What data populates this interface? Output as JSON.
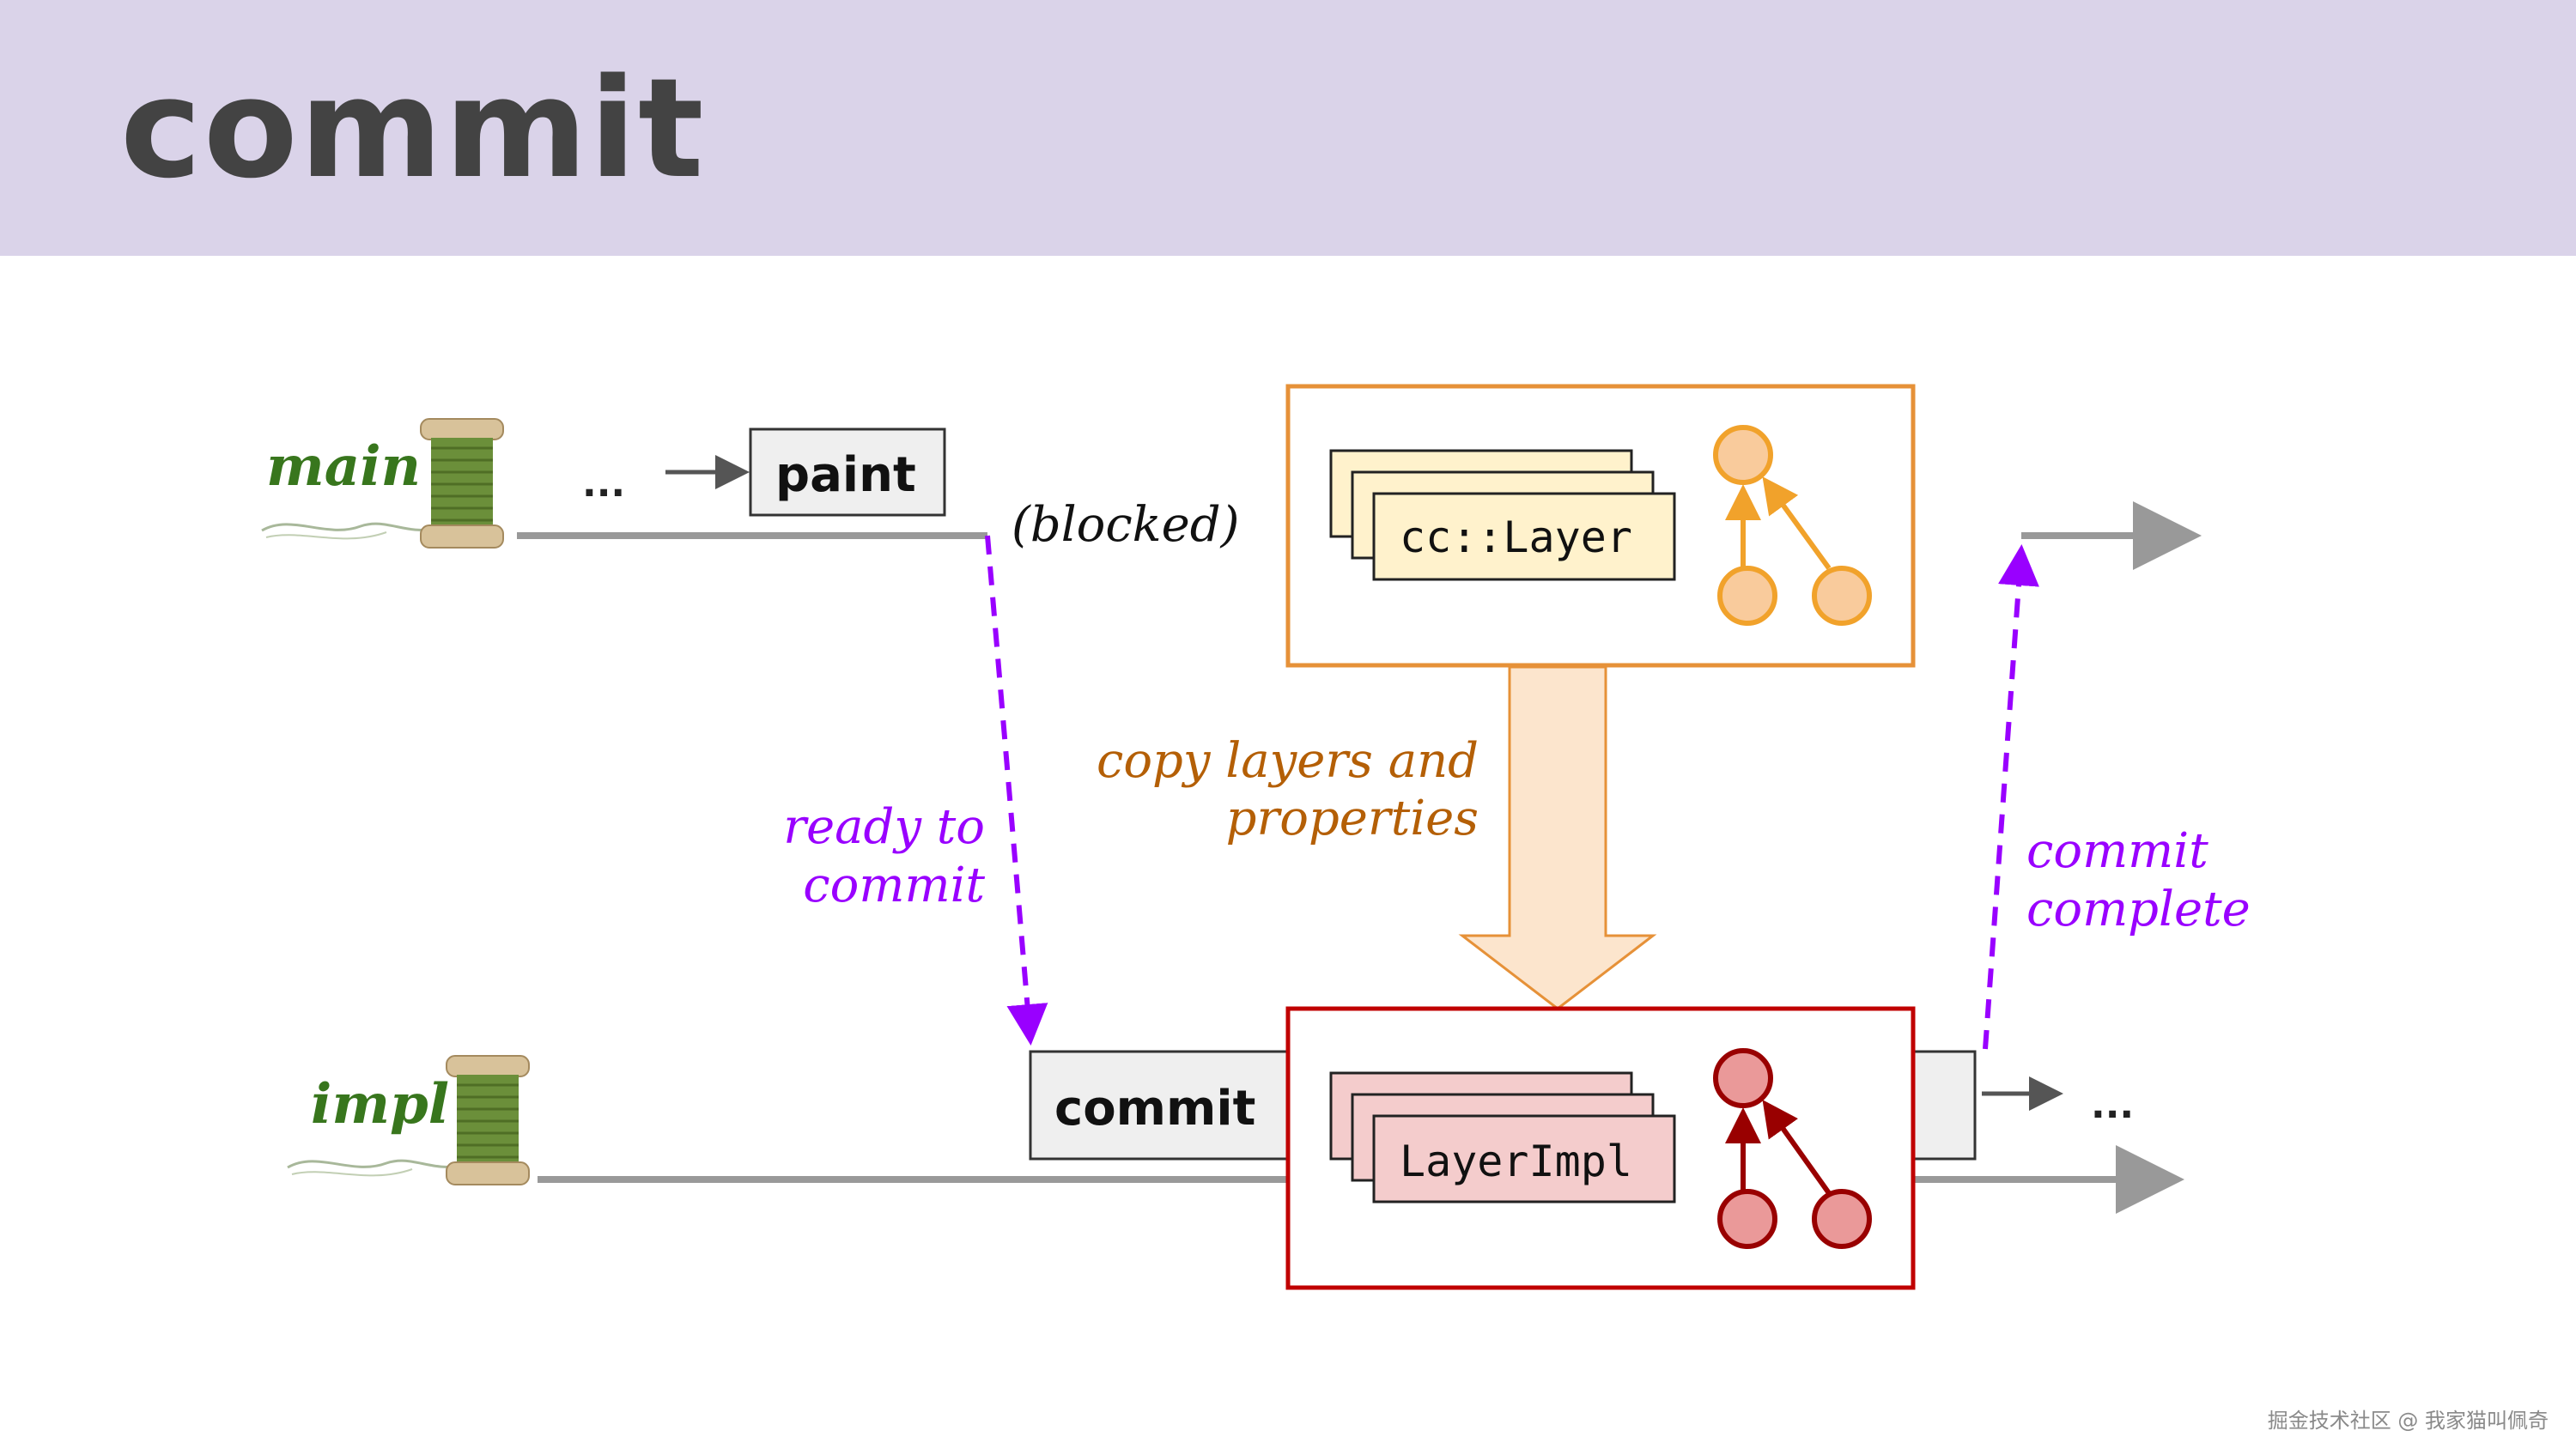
{
  "slide": {
    "title": "commit",
    "watermark": "掘金技术社区 @ 我家猫叫佩奇"
  },
  "threads": {
    "main_label": "main",
    "impl_label": "impl"
  },
  "main_row": {
    "ellipsis": "...",
    "paint_label": "paint",
    "blocked_label": "(blocked)"
  },
  "impl_row": {
    "commit_label": "commit",
    "ellipsis": "..."
  },
  "annotations": {
    "ready_line1": "ready to",
    "ready_line2": "commit",
    "copy_line1": "copy layers and",
    "copy_line2": "properties",
    "complete_line1": "commit",
    "complete_line2": "complete"
  },
  "layer_box": {
    "label": "cc::Layer"
  },
  "impl_box": {
    "label": "LayerImpl"
  },
  "colors": {
    "header_bg": "#dad3e9",
    "thread_green": "#38761d",
    "purple": "#9900ff",
    "orange_text": "#b45f06",
    "layer_border": "#e69138",
    "layer_fill": "#fff2cc",
    "node_orange": "#f9cb9c",
    "node_orange_stroke": "#f1a22b",
    "impl_border": "#c00000",
    "impl_fill": "#f4cccc",
    "node_red": "#ea9999",
    "node_red_stroke": "#990000",
    "timeline_gray": "#999999"
  },
  "icons": [
    "thread-spool-icon"
  ]
}
